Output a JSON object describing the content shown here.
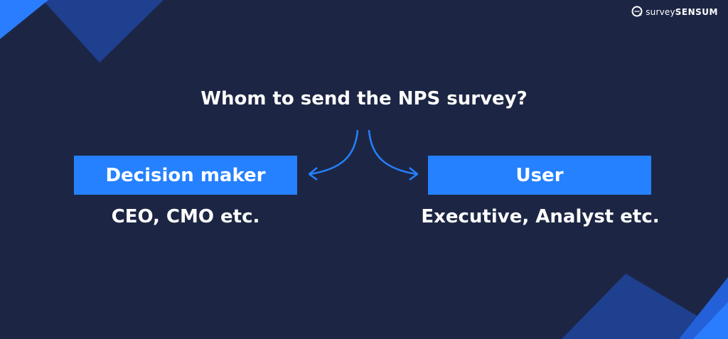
{
  "brand": {
    "name_light": "survey",
    "name_bold": "SENSUM",
    "logo_icon": "chat-bubble-logo-icon"
  },
  "question": "Whom to send the NPS survey?",
  "options": [
    {
      "label": "Decision maker",
      "examples": "CEO, CMO etc."
    },
    {
      "label": "User",
      "examples": "Executive, Analyst etc."
    }
  ],
  "colors": {
    "background": "#1c2644",
    "accent": "#2581ff",
    "deco_dark": "#1f3f8f",
    "deco_bright": "#2a7dff",
    "text": "#ffffff"
  }
}
